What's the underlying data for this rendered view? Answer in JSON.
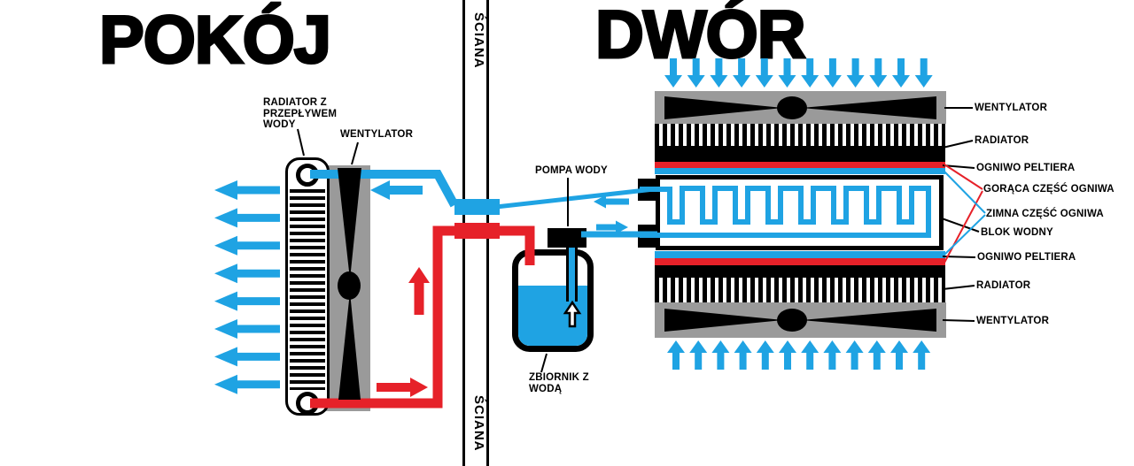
{
  "titles": {
    "room": "POKÓJ",
    "outside": "DWÓR"
  },
  "wall": {
    "top_label": "ŚCIANA",
    "bottom_label": "ŚCIANA"
  },
  "room_side": {
    "radiator_label": "RADIATOR Z\nPRZEPŁYWEM\nWODY",
    "fan_label": "WENTYLATOR"
  },
  "water_loop": {
    "pump_label": "POMPA WODY",
    "tank_label": "ZBIORNIK Z\nWODĄ"
  },
  "outdoor_unit": {
    "labels": [
      "WENTYLATOR",
      "RADIATOR",
      "OGNIWO PELTIERA",
      "GORĄCA CZĘŚĆ OGNIWA",
      "ZIMNA CZĘŚĆ OGNIWA",
      "BLOK WODNY",
      "OGNIWO PELTIERA",
      "RADIATOR",
      "WENTYLATOR"
    ]
  },
  "colors": {
    "cold_blue": "#1fa3e3",
    "hot_red": "#e62129",
    "fan_gray": "#9a9a9a",
    "line_black": "#000000"
  }
}
